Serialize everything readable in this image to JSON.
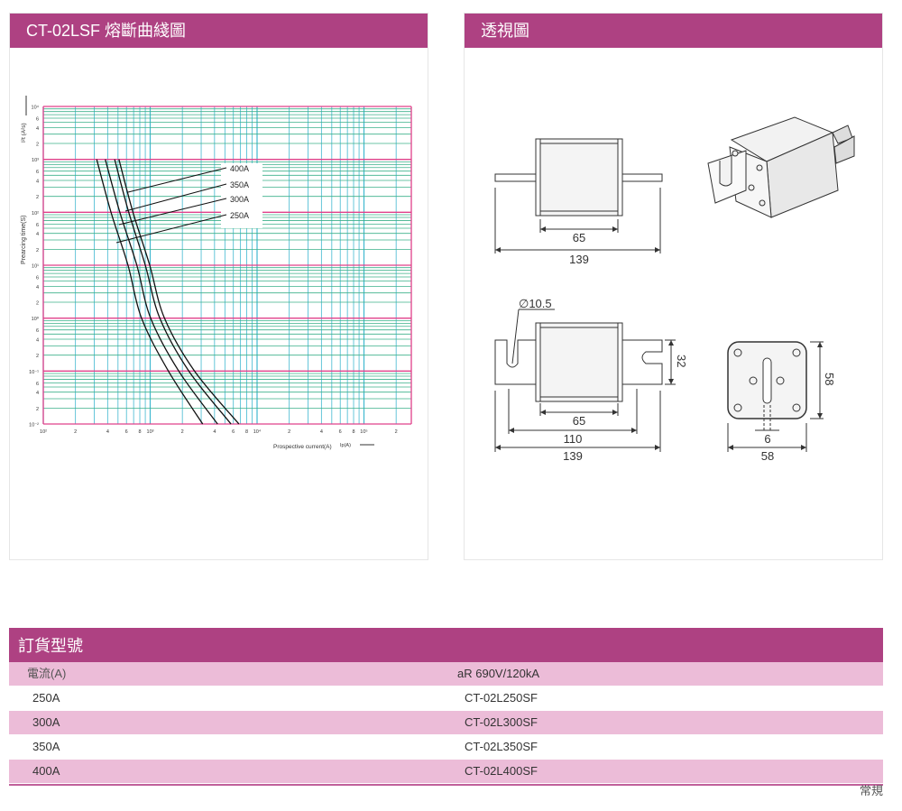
{
  "left_panel": {
    "title": "CT-02LSF 熔斷曲綫圖"
  },
  "right_panel": {
    "title": "透視圖",
    "dimensions": {
      "top_view_body": "65",
      "top_view_total": "139",
      "hole_diameter": "∅10.5",
      "blade_width": "32",
      "side_body": "65",
      "side_slot_span": "110",
      "side_total": "139",
      "end_height": "58",
      "end_slot": "6",
      "end_width": "58"
    }
  },
  "chart_data": {
    "type": "line",
    "title": "CT-02LSF 熔斷曲綫圖",
    "xlabel": "Prospective current(A)",
    "xlabel_symbol": "Ip(A)",
    "ylabel": "Prearcing time(S)",
    "ylabel_symbol": "I²t (A²s)",
    "xscale": "log",
    "yscale": "log",
    "xlim": [
      100,
      280000
    ],
    "ylim": [
      0.01,
      10000
    ],
    "x_ticks": [
      {
        "v": 100,
        "label": "10²"
      },
      {
        "v": 200,
        "label": "2"
      },
      {
        "v": 400,
        "label": "4"
      },
      {
        "v": 600,
        "label": "6"
      },
      {
        "v": 800,
        "label": "8"
      },
      {
        "v": 1000,
        "label": "10³"
      },
      {
        "v": 2000,
        "label": "2"
      },
      {
        "v": 4000,
        "label": "4"
      },
      {
        "v": 6000,
        "label": "6"
      },
      {
        "v": 8000,
        "label": "8"
      },
      {
        "v": 10000,
        "label": "10⁴"
      },
      {
        "v": 20000,
        "label": "2"
      },
      {
        "v": 40000,
        "label": "4"
      },
      {
        "v": 60000,
        "label": "6"
      },
      {
        "v": 80000,
        "label": "8"
      },
      {
        "v": 100000,
        "label": "10⁵"
      },
      {
        "v": 200000,
        "label": "2"
      }
    ],
    "y_ticks": [
      {
        "v": 10000,
        "label": "10⁴"
      },
      {
        "v": 6000,
        "label": "6"
      },
      {
        "v": 4000,
        "label": "4"
      },
      {
        "v": 2000,
        "label": "2"
      },
      {
        "v": 1000,
        "label": "10³"
      },
      {
        "v": 600,
        "label": "6"
      },
      {
        "v": 400,
        "label": "4"
      },
      {
        "v": 200,
        "label": "2"
      },
      {
        "v": 100,
        "label": "10²"
      },
      {
        "v": 60,
        "label": "6"
      },
      {
        "v": 40,
        "label": "4"
      },
      {
        "v": 20,
        "label": "2"
      },
      {
        "v": 10,
        "label": "10¹"
      },
      {
        "v": 6,
        "label": "6"
      },
      {
        "v": 4,
        "label": "4"
      },
      {
        "v": 2,
        "label": "2"
      },
      {
        "v": 1,
        "label": "10⁰"
      },
      {
        "v": 0.6,
        "label": "6"
      },
      {
        "v": 0.4,
        "label": "4"
      },
      {
        "v": 0.2,
        "label": "2"
      },
      {
        "v": 0.1,
        "label": "10⁻¹"
      },
      {
        "v": 0.06,
        "label": "6"
      },
      {
        "v": 0.04,
        "label": "4"
      },
      {
        "v": 0.02,
        "label": "2"
      },
      {
        "v": 0.01,
        "label": "10⁻²"
      }
    ],
    "grid": true,
    "series": [
      {
        "name": "250A",
        "x": [
          316,
          430,
          620,
          830,
          1480,
          3100
        ],
        "y": [
          1000,
          100,
          10,
          1,
          0.1,
          0.01
        ],
        "label_anchor": {
          "x": 330,
          "y": 25
        }
      },
      {
        "name": "300A",
        "x": [
          380,
          520,
          750,
          1010,
          1850,
          4270
        ],
        "y": [
          1000,
          100,
          10,
          1,
          0.1,
          0.01
        ],
        "label_anchor": {
          "x": 360,
          "y": 60
        }
      },
      {
        "name": "350A",
        "x": [
          465,
          630,
          900,
          1230,
          2300,
          5700
        ],
        "y": [
          1000,
          100,
          10,
          1,
          0.1,
          0.01
        ],
        "label_anchor": {
          "x": 410,
          "y": 100
        }
      },
      {
        "name": "400A",
        "x": [
          510,
          690,
          990,
          1360,
          2600,
          6760
        ],
        "y": [
          1000,
          100,
          10,
          1,
          0.1,
          0.01
        ],
        "label_anchor": {
          "x": 430,
          "y": 230
        }
      }
    ]
  },
  "order_table": {
    "title": "訂貨型號",
    "header": {
      "current": "電流(A)",
      "rating": "aR 690V/120kA"
    },
    "rows": [
      {
        "current": "250A",
        "model": "CT-02L250SF"
      },
      {
        "current": "300A",
        "model": "CT-02L300SF"
      },
      {
        "current": "350A",
        "model": "CT-02L350SF"
      },
      {
        "current": "400A",
        "model": "CT-02L400SF"
      }
    ],
    "note": "常規"
  },
  "colors": {
    "header": "#ae4182",
    "row_pink": "#ecbcd8",
    "grid_major": "#e0408a",
    "grid_minor_h": "#3cb08a",
    "grid_v": "#40b8d0"
  }
}
